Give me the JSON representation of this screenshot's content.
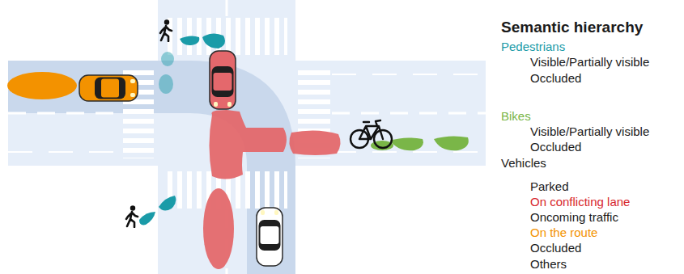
{
  "diagram": {
    "title": "Semantic hierarchy",
    "labels": [
      "Pedestrians",
      "Visible/Partially visible",
      "Occluded",
      "Bikes",
      "Visible/Partially visible",
      "Occluded",
      "Vehicles",
      "Parked",
      "On conflicting lane",
      "Oncoming traffic",
      "On the route",
      "Occluded",
      "Others"
    ]
  }
}
